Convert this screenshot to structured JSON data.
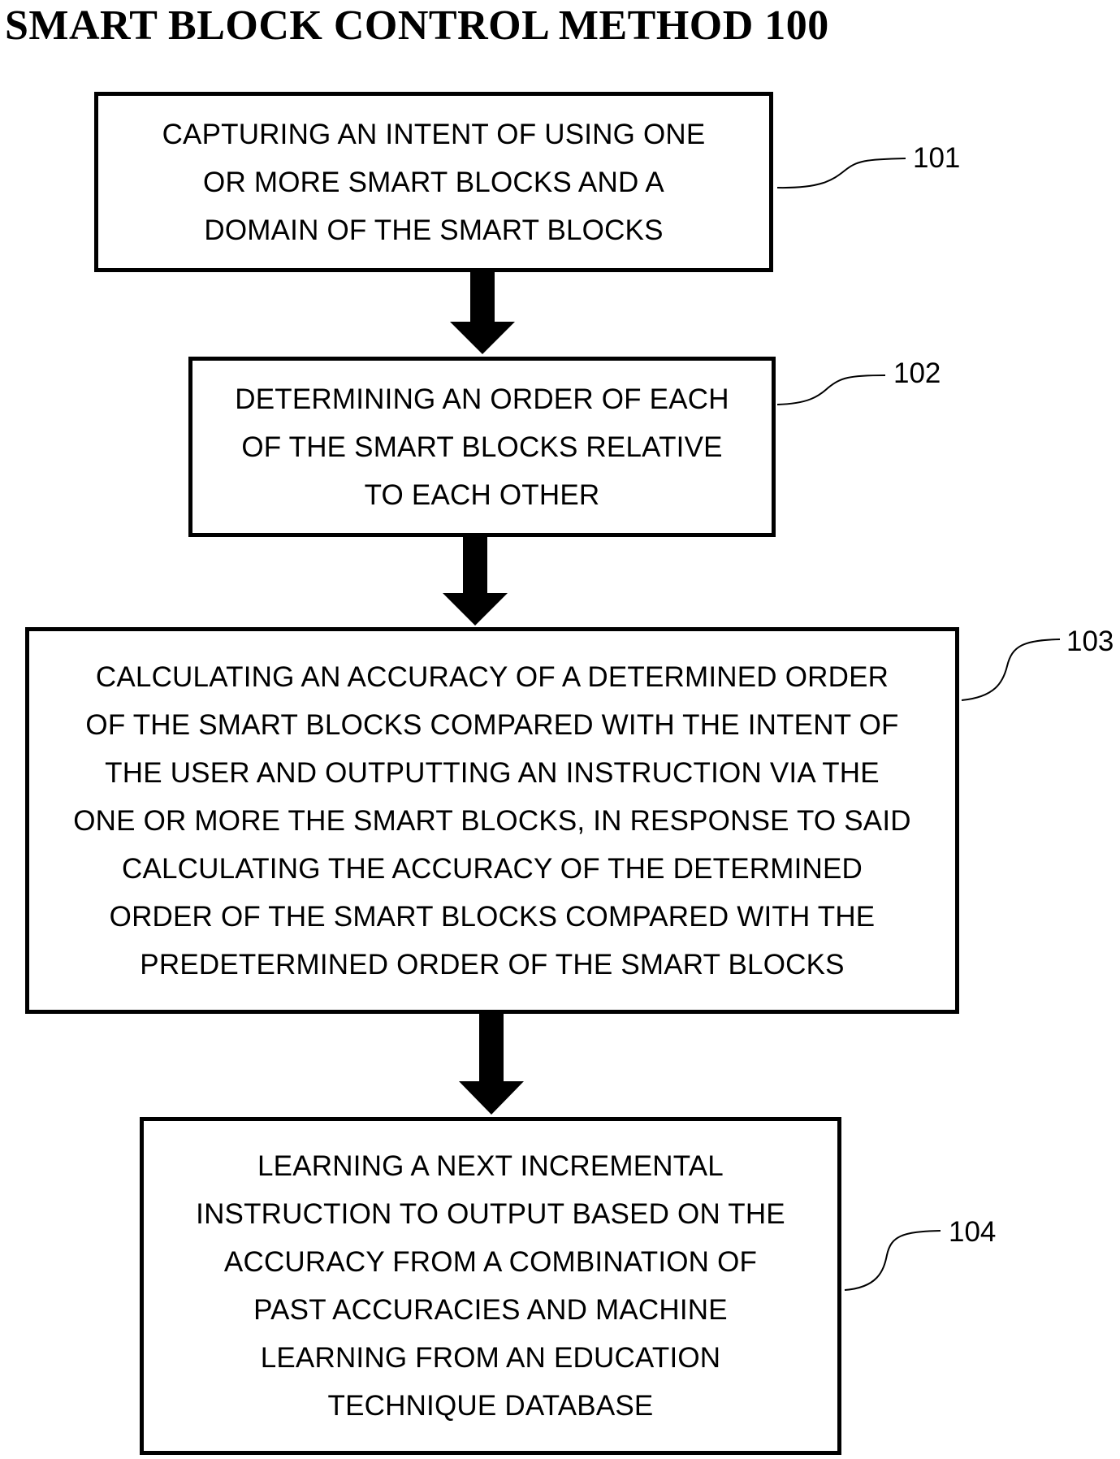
{
  "title": "SMART BLOCK CONTROL METHOD 100",
  "steps": [
    {
      "ref": "101",
      "lines": [
        "CAPTURING AN INTENT OF USING ONE",
        "OR MORE SMART BLOCKS AND A",
        "DOMAIN OF THE SMART BLOCKS"
      ]
    },
    {
      "ref": "102",
      "lines": [
        "DETERMINING AN ORDER OF EACH",
        "OF THE SMART BLOCKS RELATIVE",
        "TO EACH OTHER"
      ]
    },
    {
      "ref": "103",
      "lines": [
        "CALCULATING AN ACCURACY OF A DETERMINED ORDER",
        "OF THE SMART BLOCKS COMPARED WITH THE INTENT OF",
        "THE USER AND OUTPUTTING AN INSTRUCTION VIA THE",
        "ONE OR MORE THE SMART BLOCKS, IN RESPONSE TO SAID",
        "CALCULATING THE ACCURACY OF THE DETERMINED",
        "ORDER OF THE SMART BLOCKS COMPARED WITH THE",
        "PREDETERMINED ORDER OF THE SMART BLOCKS"
      ]
    },
    {
      "ref": "104",
      "lines": [
        "LEARNING A NEXT INCREMENTAL",
        "INSTRUCTION TO OUTPUT BASED ON THE",
        "ACCURACY FROM A COMBINATION OF",
        "PAST ACCURACIES AND MACHINE",
        "LEARNING FROM AN EDUCATION",
        "TECHNIQUE DATABASE"
      ]
    }
  ]
}
